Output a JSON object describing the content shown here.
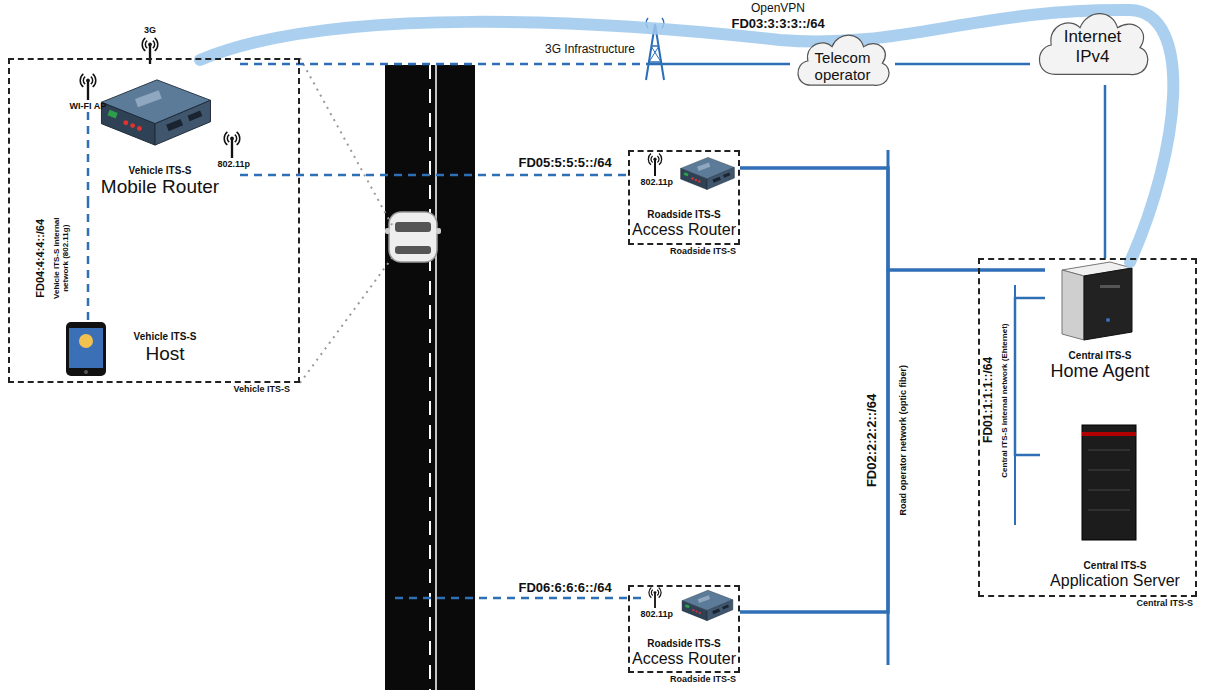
{
  "diagram": {
    "nodes": [
      {
        "text": [
          "Vehicle ITS-S"
        ]
      },
      {
        "text": [
          "Vehicle ITS-S",
          "Mobile Router"
        ],
        "in": 0
      },
      {
        "text": [
          "Vehicle ITS-S",
          "Host"
        ],
        "in": 0
      },
      {
        "text": [
          "Telecom operator"
        ]
      },
      {
        "text": [
          "Internet IPv4"
        ]
      },
      {
        "text": [
          "Roadside ITS-S"
        ]
      },
      {
        "text": [
          "Roadside ITS-S",
          "Access Router"
        ],
        "in": 5
      },
      {
        "text": [
          "Central ITS-S"
        ]
      },
      {
        "text": [
          "Central ITS-S",
          "Home Agent"
        ],
        "in": 7
      },
      {
        "text": [
          "Central ITS-S",
          "Application Server"
        ],
        "in": 7
      },
      {
        "text": [
          "Roadside ITS-S"
        ]
      },
      {
        "text": [
          "Roadside ITS-S",
          "Access Router"
        ],
        "in": 10
      }
    ],
    "edges": [
      {
        "from": 1,
        "to": 2,
        "arrow": "none"
      },
      {
        "from": 1,
        "to": 6,
        "arrow": "none"
      },
      {
        "from": 1,
        "to": 3,
        "arrow": "none"
      },
      {
        "from": 3,
        "to": 4,
        "arrow": "none"
      },
      {
        "from": 4,
        "to": 7,
        "arrow": "none"
      },
      {
        "from": 1,
        "to": 8,
        "arrow": "none"
      },
      {
        "from": 6,
        "to": 8,
        "arrow": "none"
      },
      {
        "from": 11,
        "to": 8,
        "arrow": "none"
      },
      {
        "from": 6,
        "to": 11,
        "arrow": "none"
      },
      {
        "from": 8,
        "to": 9,
        "arrow": "none"
      }
    ],
    "labels": [
      "OpenVPN",
      "FD03:3:3:3::/64",
      "3G Infrastructure",
      "WI-FI AP",
      "3G",
      "802.11p",
      "FD04:4:4:4::/64",
      "Vehicle ITS-S internal network (802.11g)",
      "FD05:5:5:5::/64",
      "802.11p",
      "FD06:6:6:6::/64",
      "802.11p",
      "FD02:2:2:2::/64",
      "Road operator network (optic fiber)",
      "FD01:1:1:1::/64",
      "Central ITS-S internal network (Ehternet)"
    ]
  }
}
